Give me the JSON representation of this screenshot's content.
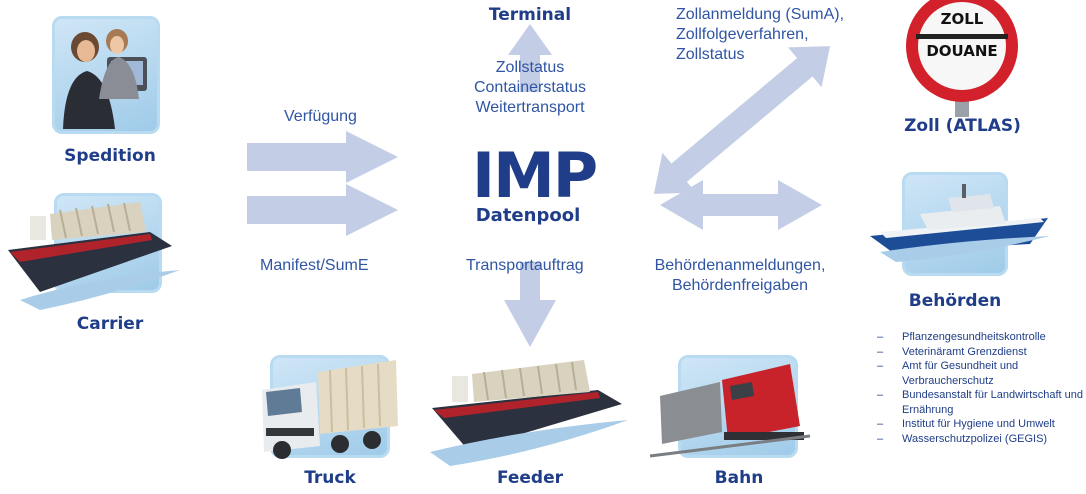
{
  "center": {
    "title": "IMP",
    "subtitle": "Datenpool"
  },
  "nodes": {
    "spedition": "Spedition",
    "carrier": "Carrier",
    "terminal": "Terminal",
    "zoll": "Zoll (ATLAS)",
    "behoerden": "Behörden",
    "truck": "Truck",
    "feeder": "Feeder",
    "bahn": "Bahn"
  },
  "flows": {
    "verfuegung": "Verfügung",
    "manifest": "Manifest/SumE",
    "terminal_lines": [
      "Zollstatus",
      "Containerstatus",
      "Weitertransport"
    ],
    "zoll_lines": [
      "Zollanmeldung (SumA),",
      "Zollfolgeverfahren,",
      "Zollstatus"
    ],
    "transportauftrag": "Transportauftrag",
    "behoerden_lines": [
      "Behördenanmeldungen,",
      "Behördenfreigaben"
    ]
  },
  "sign": {
    "top": "ZOLL",
    "bottom": "DOUANE"
  },
  "behoerden_list": [
    "Pflanzengesundheitskontrolle",
    "Veterinäramt Grenzdienst",
    "Amt für Gesundheit und Verbraucherschutz",
    "Bundesanstalt für Landwirtschaft und Ernährung",
    "Institut für Hygiene und Umwelt",
    "Wasserschutzpolizei (GEGIS)"
  ],
  "colors": {
    "navy": "#1f3d88",
    "flow_text": "#2f55a4",
    "arrow": "#c3cde6",
    "sign_red": "#d3212b"
  }
}
